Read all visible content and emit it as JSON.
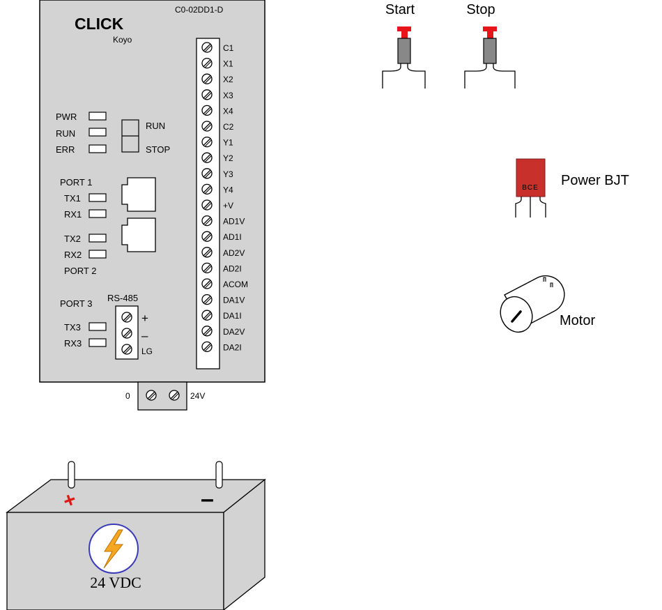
{
  "plc": {
    "brand": "CLICK",
    "maker": "Koyo",
    "model": "C0-02DD1-D",
    "status_leds": [
      "PWR",
      "RUN",
      "ERR"
    ],
    "mode_switch": [
      "RUN",
      "STOP"
    ],
    "port1": {
      "name": "PORT 1",
      "leds": [
        "TX1",
        "RX1"
      ]
    },
    "port2": {
      "name": "PORT 2",
      "leds": [
        "TX2",
        "RX2"
      ]
    },
    "port3": {
      "name": "PORT 3",
      "type": "RS-485",
      "leds": [
        "TX3",
        "RX3"
      ],
      "terminals": [
        "+",
        "–",
        "LG"
      ]
    },
    "terminals": [
      "C1",
      "X1",
      "X2",
      "X3",
      "X4",
      "C2",
      "Y1",
      "Y2",
      "Y3",
      "Y4",
      "+V",
      "AD1V",
      "AD1I",
      "AD2V",
      "AD2I",
      "ACOM",
      "DA1V",
      "DA1I",
      "DA2V",
      "DA2I"
    ],
    "power_terminals": [
      "0",
      "24V"
    ]
  },
  "buttons": [
    {
      "label": "Start",
      "cap_color": "#e8141c"
    },
    {
      "label": "Stop",
      "cap_color": "#e8141c"
    }
  ],
  "transistor": {
    "label": "Power BJT",
    "pins": "BCE",
    "body_color": "#c8302c"
  },
  "motor": {
    "label": "Motor"
  },
  "battery": {
    "label": "24 VDC",
    "plus": "+",
    "minus": "–",
    "plus_color": "#e01818",
    "bolt_color": "#f5a623",
    "circle_color": "#3a3ab8"
  },
  "colors": {
    "panel": "#d3d3d3",
    "outline": "#000000"
  }
}
